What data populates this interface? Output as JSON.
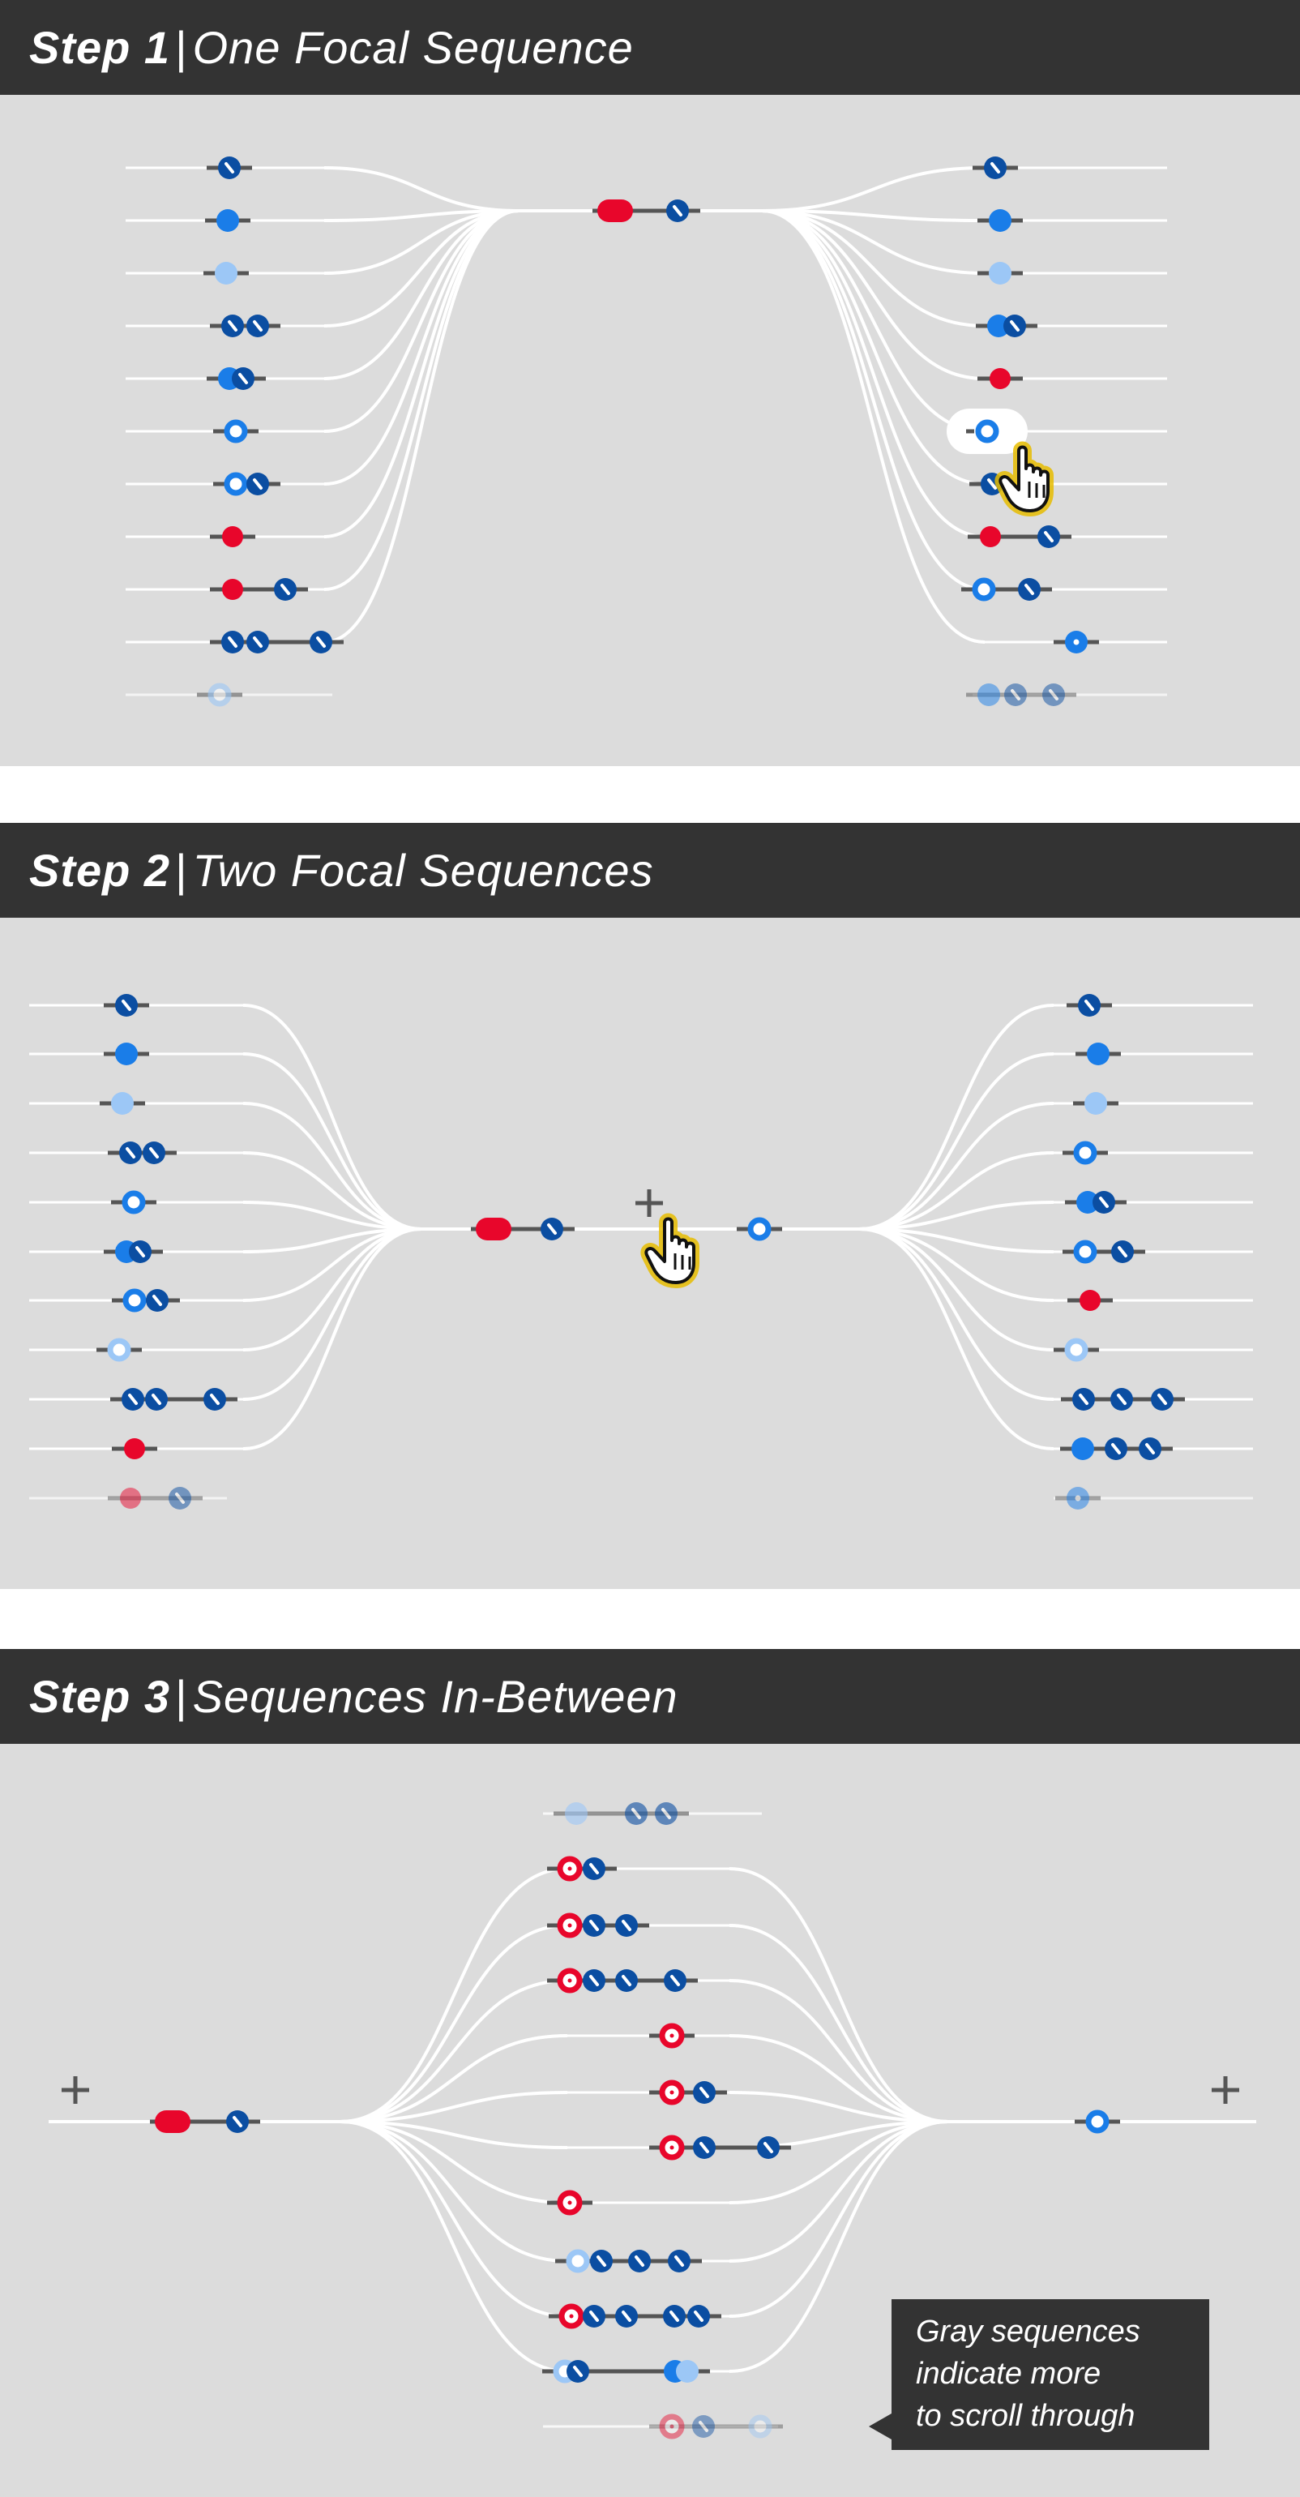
{
  "steps": [
    {
      "number": "Step 1",
      "separator": "|",
      "title": "One Focal Sequence"
    },
    {
      "number": "Step 2",
      "separator": "|",
      "title": "Two Focal Sequences"
    },
    {
      "number": "Step 3",
      "separator": "|",
      "title": "Sequences In-Between"
    }
  ],
  "plus_symbol": "+",
  "tooltip": {
    "lines": [
      "Gray sequences",
      "indicate  more",
      "to scroll through"
    ]
  },
  "colors": {
    "background": "#dcdcdc",
    "header": "#333333",
    "curve": "#ffffff",
    "red_event": "#e8062b",
    "dark_blue_event": "#0b4ea2",
    "blue_event": "#1a7de8",
    "light_blue_event": "#9cc7f6",
    "hand_highlight": "#e6bc00"
  },
  "icons": [
    "hand-pointer-icon",
    "plus-icon"
  ],
  "legend_event_types": [
    "red-dot",
    "dark-blue-slash",
    "blue-dot",
    "light-blue-dot",
    "blue-ring",
    "red-ring",
    "blue-ring-dot"
  ]
}
